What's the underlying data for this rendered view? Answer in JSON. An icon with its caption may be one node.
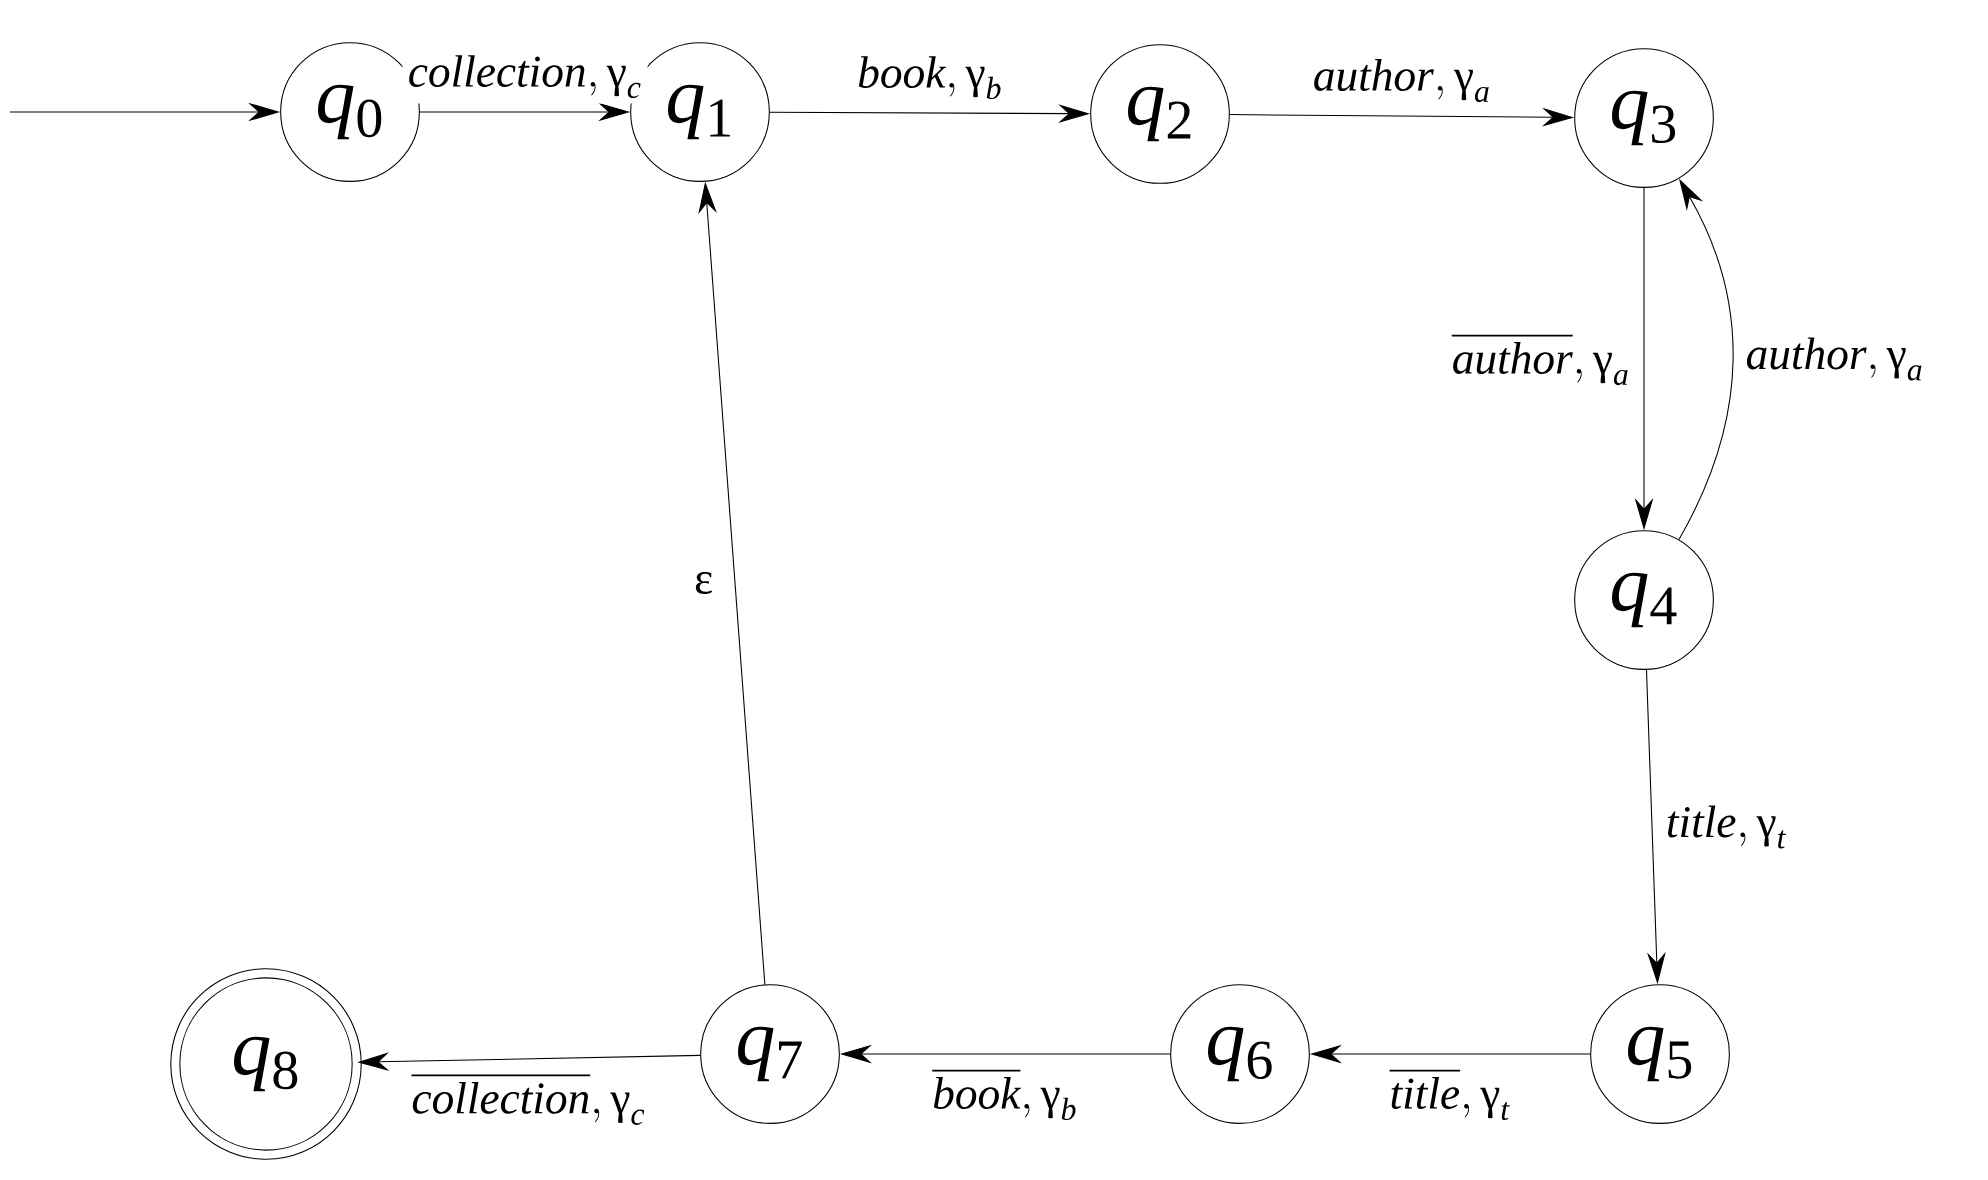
{
  "diagram": {
    "nodes": [
      {
        "text": [
          "*q*$_{0}$"
        ]
      },
      {
        "text": [
          "*q*$_{1}$"
        ]
      },
      {
        "text": [
          "*q*$_{2}$"
        ]
      },
      {
        "text": [
          "*q*$_{3}$"
        ]
      },
      {
        "text": [
          "*q*$_{4}$"
        ]
      },
      {
        "text": [
          "*q*$_{5}$"
        ]
      },
      {
        "text": [
          "*q*$_{6}$"
        ]
      },
      {
        "text": [
          "*q*$_{7}$"
        ]
      },
      {
        "text": [
          "*q*$_{8}$"
        ]
      }
    ],
    "edges": [
      {
        "from": null,
        "to": 0,
        "arrow": "to"
      },
      {
        "from": 0,
        "to": 1,
        "arrow": "to",
        "label": "\\textit{collection},\\text{γ}_{\\textit{c}}"
      },
      {
        "from": 1,
        "to": 2,
        "arrow": "to",
        "label": "\\textit{book},\\text{γ}_{\\textit{b}}"
      },
      {
        "from": 2,
        "to": 3,
        "arrow": "to",
        "label": "\\textit{author},\\text{γ}_{\\textit{a}}"
      },
      {
        "from": 3,
        "to": 4,
        "arrow": "to",
        "label": "\\overline{\\textit{author}},\\text{γ}_{\\textit{a}}"
      },
      {
        "from": 4,
        "to": 3,
        "arrow": "to",
        "label": "\\textit{author},\\text{γ}_{\\textit{a}}"
      },
      {
        "from": 4,
        "to": 5,
        "arrow": "to",
        "label": "\\textit{title},\\text{γ}_{\\textit{t}}"
      },
      {
        "from": 5,
        "to": 6,
        "arrow": "to",
        "label": "\\overline{\\textit{title}},\\text{γ}_{\\textit{t}}"
      },
      {
        "from": 6,
        "to": 7,
        "arrow": "to",
        "label": "\\overline{\\textit{book}},\\text{γ}_{\\textit{b}}"
      },
      {
        "from": 7,
        "to": 8,
        "arrow": "to",
        "label": "\\overline{\\textit{collection}},\\text{γ}_{\\textit{c}}"
      },
      {
        "from": 7,
        "to": 1,
        "arrow": "to",
        "label": "\\text{ε}"
      }
    ]
  }
}
